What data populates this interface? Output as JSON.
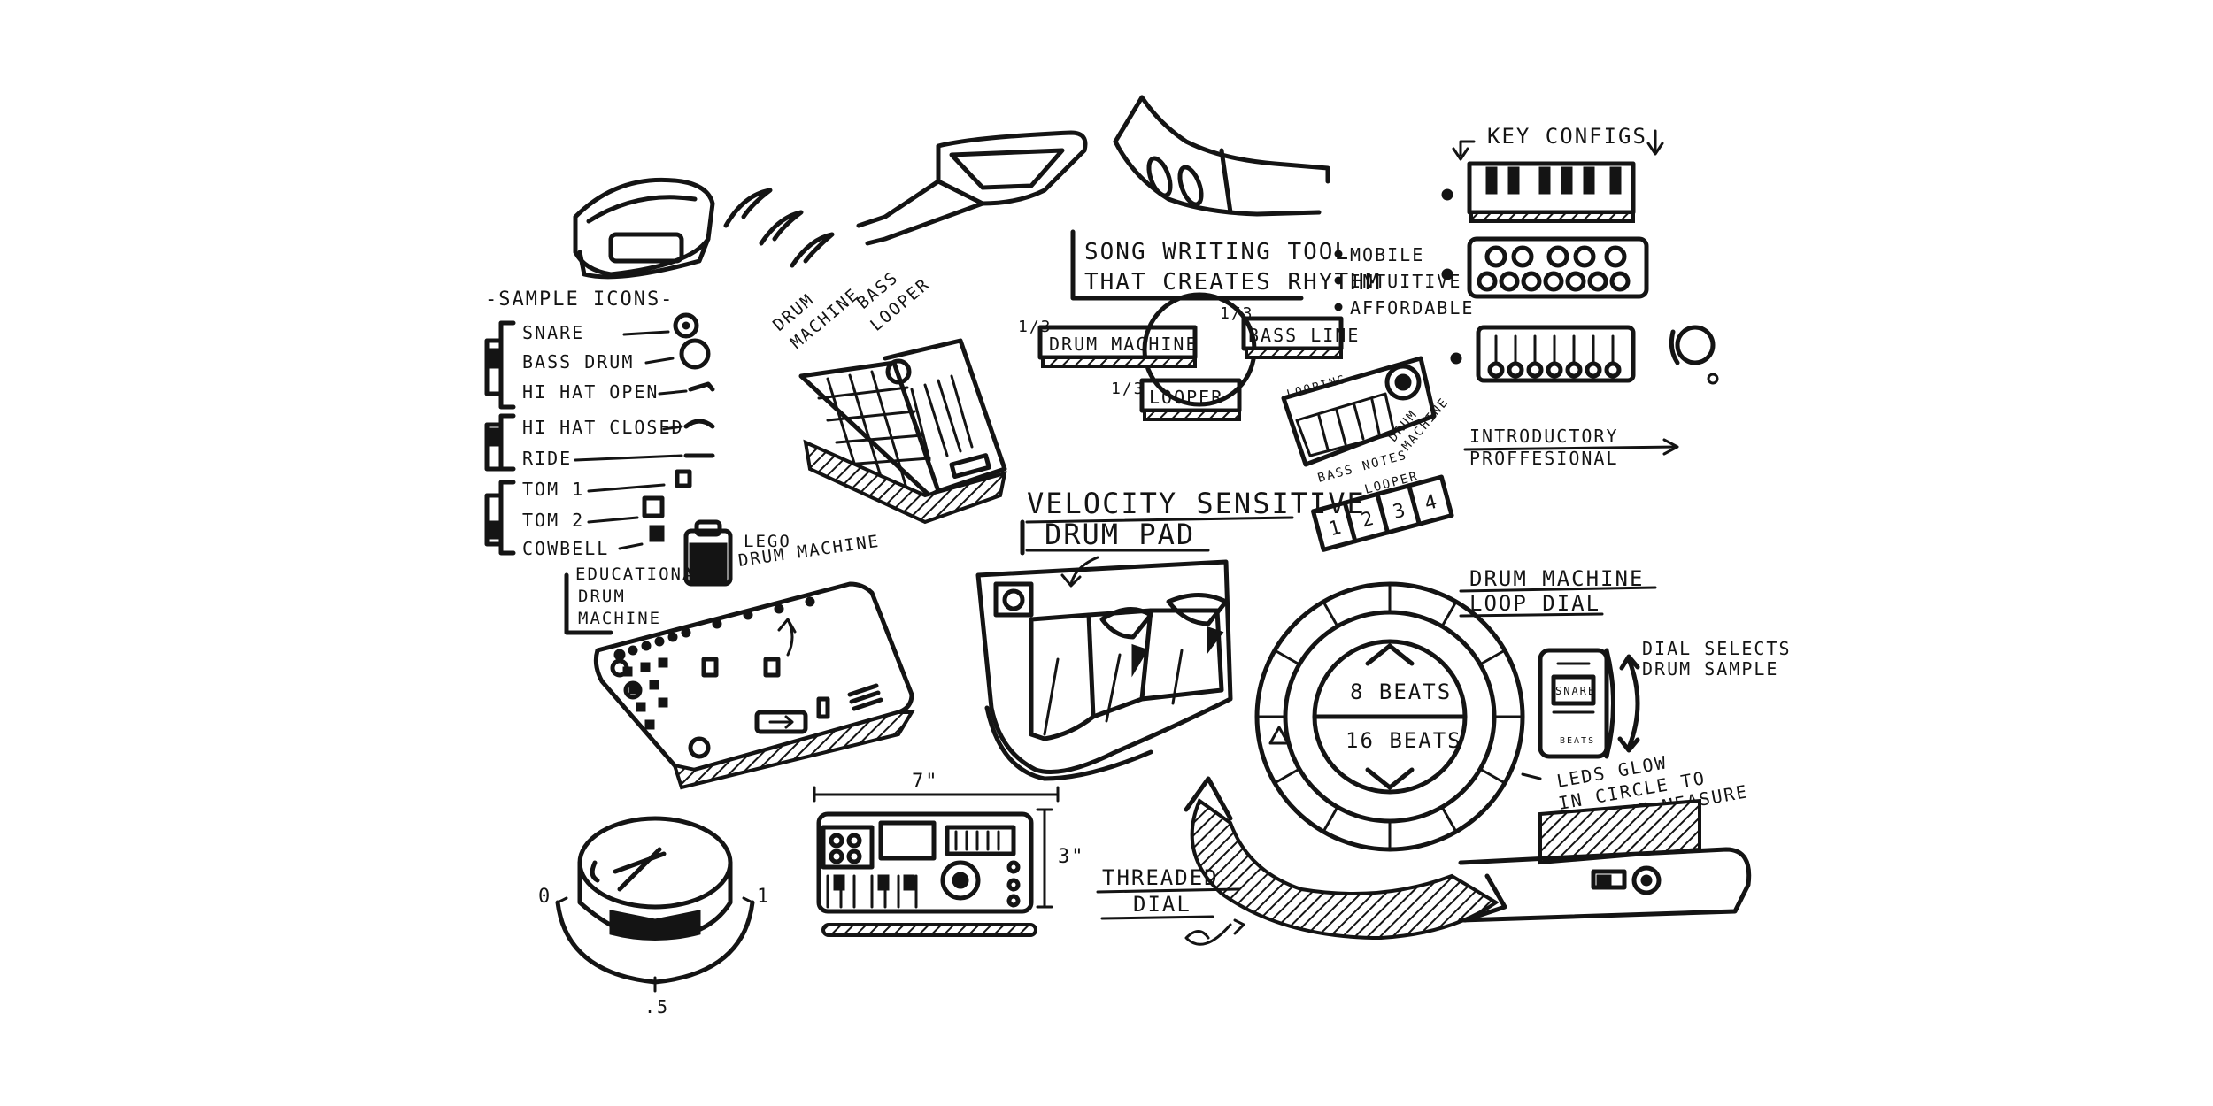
{
  "sample_icons": {
    "title": "-SAMPLE ICONS-",
    "items": [
      "SNARE",
      "BASS DRUM",
      "HI HAT OPEN",
      "HI HAT CLOSED",
      "RIDE",
      "TOM 1",
      "TOM 2",
      "COWBELL"
    ]
  },
  "product_types": {
    "educational": [
      "EDUCATIONAL",
      "DRUM",
      "MACHINE"
    ],
    "lego": [
      "LEGO",
      "DRUM MACHINE"
    ]
  },
  "concept": {
    "drum_machine_looper_labels": [
      "DRUM",
      "MACHINE",
      "BASS",
      "LOOPER"
    ],
    "title": [
      "SONG WRITING TOOL",
      "THAT CREATES RHYTHM"
    ],
    "parts": [
      {
        "fraction": "1/3",
        "label": "DRUM MACHINE"
      },
      {
        "fraction": "1/3",
        "label": "BASS LINE"
      },
      {
        "fraction": "1/3",
        "label": "LOOPER"
      }
    ],
    "attributes": [
      "MOBILE",
      "INTUITIVE",
      "AFFORDABLE"
    ]
  },
  "key_configs": {
    "title": "KEY CONFIGS"
  },
  "layout_sketch": {
    "labels": [
      "LOOPING",
      "BASS NOTES",
      "DRUM",
      "MACHINE"
    ],
    "looper_label": "LOOPER",
    "looper_slots": [
      "1",
      "2",
      "3",
      "4"
    ]
  },
  "range": {
    "labels": [
      "INTRODUCTORY",
      "PROFFESIONAL"
    ]
  },
  "velocity_pad": {
    "title": [
      "VELOCITY SENSITIVE",
      "DRUM PAD"
    ]
  },
  "loop_dial": {
    "title": [
      "DRUM MACHINE",
      "LOOP DIAL"
    ],
    "options": [
      "8 BEATS",
      "16 BEATS"
    ],
    "note_leds": [
      "LEDS GLOW",
      "IN CIRCLE TO",
      "INDICATE MEASURE"
    ]
  },
  "dial_selects": {
    "note": [
      "DIAL SELECTS",
      "DRUM SAMPLE"
    ],
    "screen_label": "SNARE",
    "sub_label": "BEATS"
  },
  "knob": {
    "min": "0",
    "mid": ".5",
    "max": "1"
  },
  "dimensions": {
    "width": "7\"",
    "height": "3\""
  },
  "threaded_dial": {
    "label": [
      "THREADED",
      "DIAL"
    ]
  }
}
